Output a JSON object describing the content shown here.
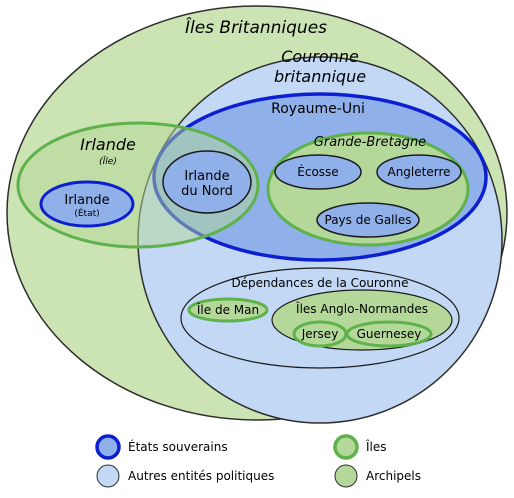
{
  "colors": {
    "archipelago_fill": "#cce3b3",
    "archipelago_stroke": "#2e2e2e",
    "island_fill": "#b4d89a",
    "island_stroke": "#5fb14b",
    "entity_fill": "#c2d8f5",
    "sovereign_fill": "#8fb0e8",
    "sovereign_stroke": "#0b1fd0",
    "inner_entity_fill": "#8fb0e8",
    "inner_entity_stroke": "#1a1a1a"
  },
  "labels": {
    "british_isles": "Îles Britanniques",
    "crown_line1": "Couronne",
    "crown_line2": "britannique",
    "united_kingdom": "Royaume-Uni",
    "ireland_island": "Irlande",
    "ireland_island_sub": "(Île)",
    "ireland_state": "Irlande",
    "ireland_state_sub": "(État)",
    "northern_ireland_line1": "Irlande",
    "northern_ireland_line2": "du Nord",
    "great_britain": "Grande-Bretagne",
    "scotland": "Écosse",
    "england": "Angleterre",
    "wales": "Pays de Galles",
    "crown_dependencies": "Dépendances de la Couronne",
    "isle_of_man": "Île de Man",
    "channel_islands": "Îles Anglo-Normandes",
    "jersey": "Jersey",
    "guernsey": "Guernesey"
  },
  "legend": {
    "sovereign_states": "États souverains",
    "other_entities": "Autres entités politiques",
    "islands": "Îles",
    "archipelagos": "Archipels"
  }
}
